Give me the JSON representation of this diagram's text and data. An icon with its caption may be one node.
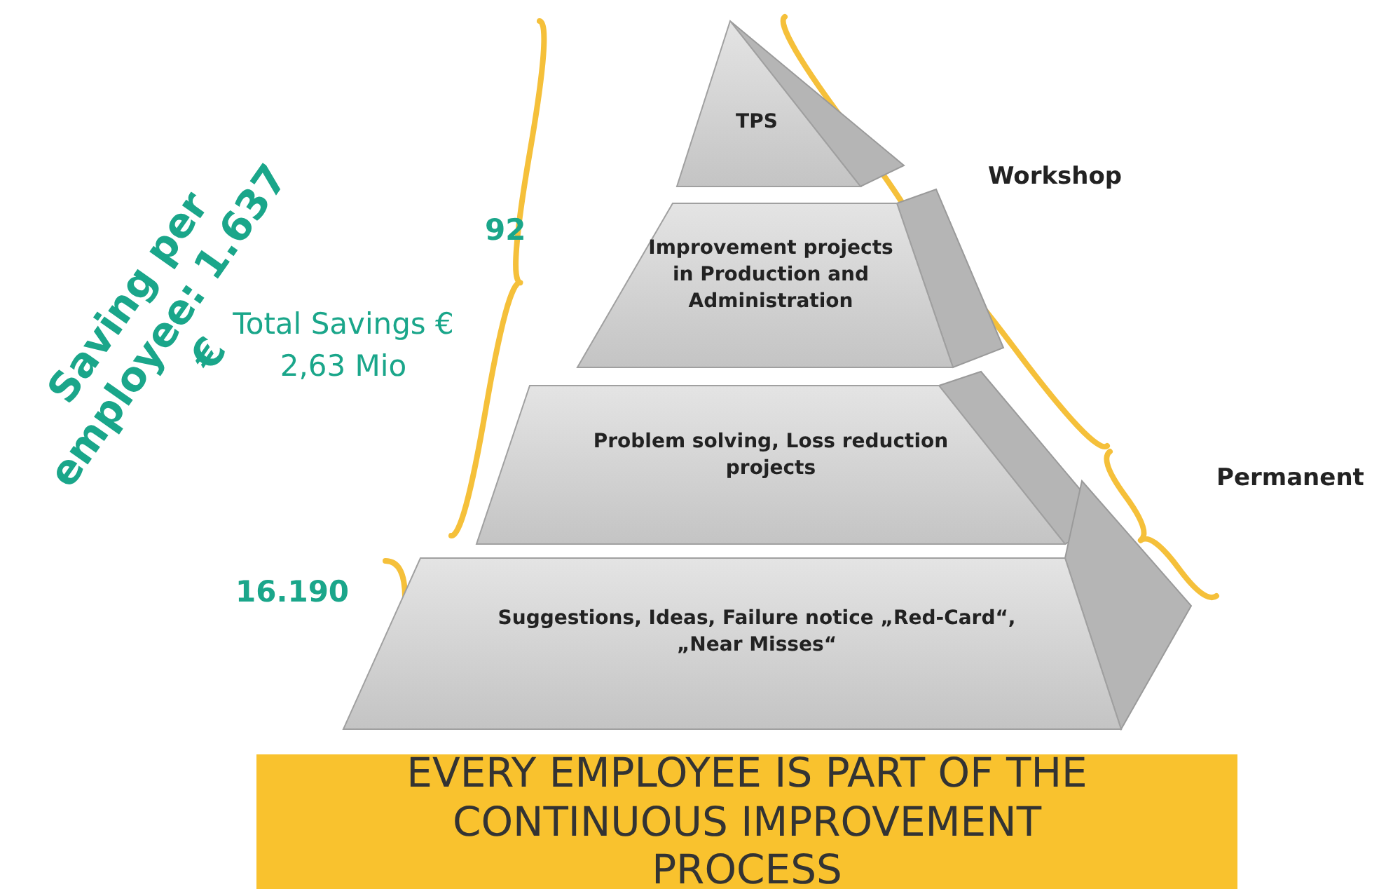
{
  "diagram": {
    "nodes": [
      {
        "text": [
          "TPS"
        ]
      },
      {
        "text": [
          "Improvement projects in Production and Administration"
        ]
      },
      {
        "text": [
          "Problem solving, Loss reduction projects"
        ]
      },
      {
        "text": [
          "Suggestions, Ideas, Failure notice „Red-Card“, „Near Misses“"
        ]
      },
      {
        "text": [
          "EVERY EMPLOYEE IS PART OF THE CONTINUOUS IMPROVEMENT PROCESS"
        ]
      }
    ],
    "labels": [
      "Saving per employee: 1.637 €",
      "Total Savings € 2,63 Mio",
      "92",
      "Workshop",
      "Permanent",
      "16.190"
    ]
  }
}
